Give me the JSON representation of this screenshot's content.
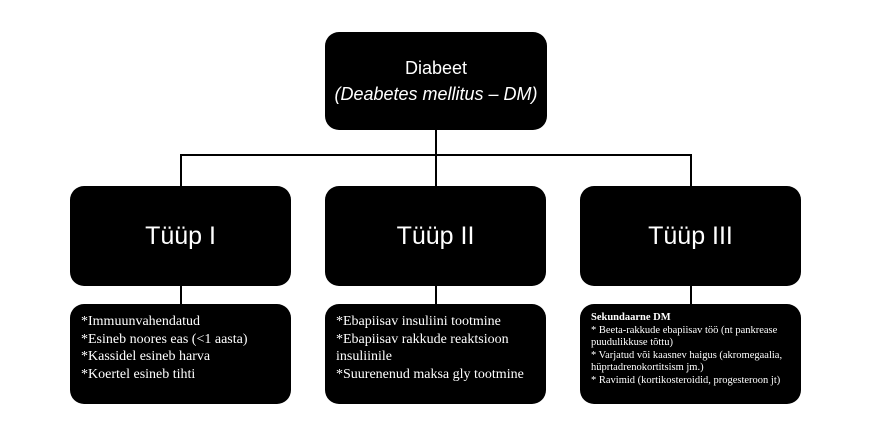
{
  "root": {
    "title": "Diabeet",
    "subtitle": "(Deabetes mellitus – DM)"
  },
  "types": [
    {
      "label": "Tüüp I",
      "details": [
        "*Immuunvahendatud",
        "*Esineb noores eas (<1 aasta)",
        "*Kassidel esineb harva",
        "*Koertel esineb tihti"
      ]
    },
    {
      "label": "Tüüp II",
      "details": [
        "*Ebapiisav insuliini tootmine",
        "*Ebapiisav rakkude reaktsioon insuliinile",
        "*Suurenenud maksa gly tootmine"
      ]
    },
    {
      "label": "Tüüp III",
      "heading": "Sekundaarne DM",
      "details": [
        "* Beeta-rakkude ebapiisav töö (nt pankrease puudulikkuse tõttu)",
        "* Varjatud või kaasnev haigus (akromegaalia, hüprtadrenokortitsism jm.)",
        "* Ravimid (kortikosteroidid, progesteroon jt)"
      ]
    }
  ]
}
